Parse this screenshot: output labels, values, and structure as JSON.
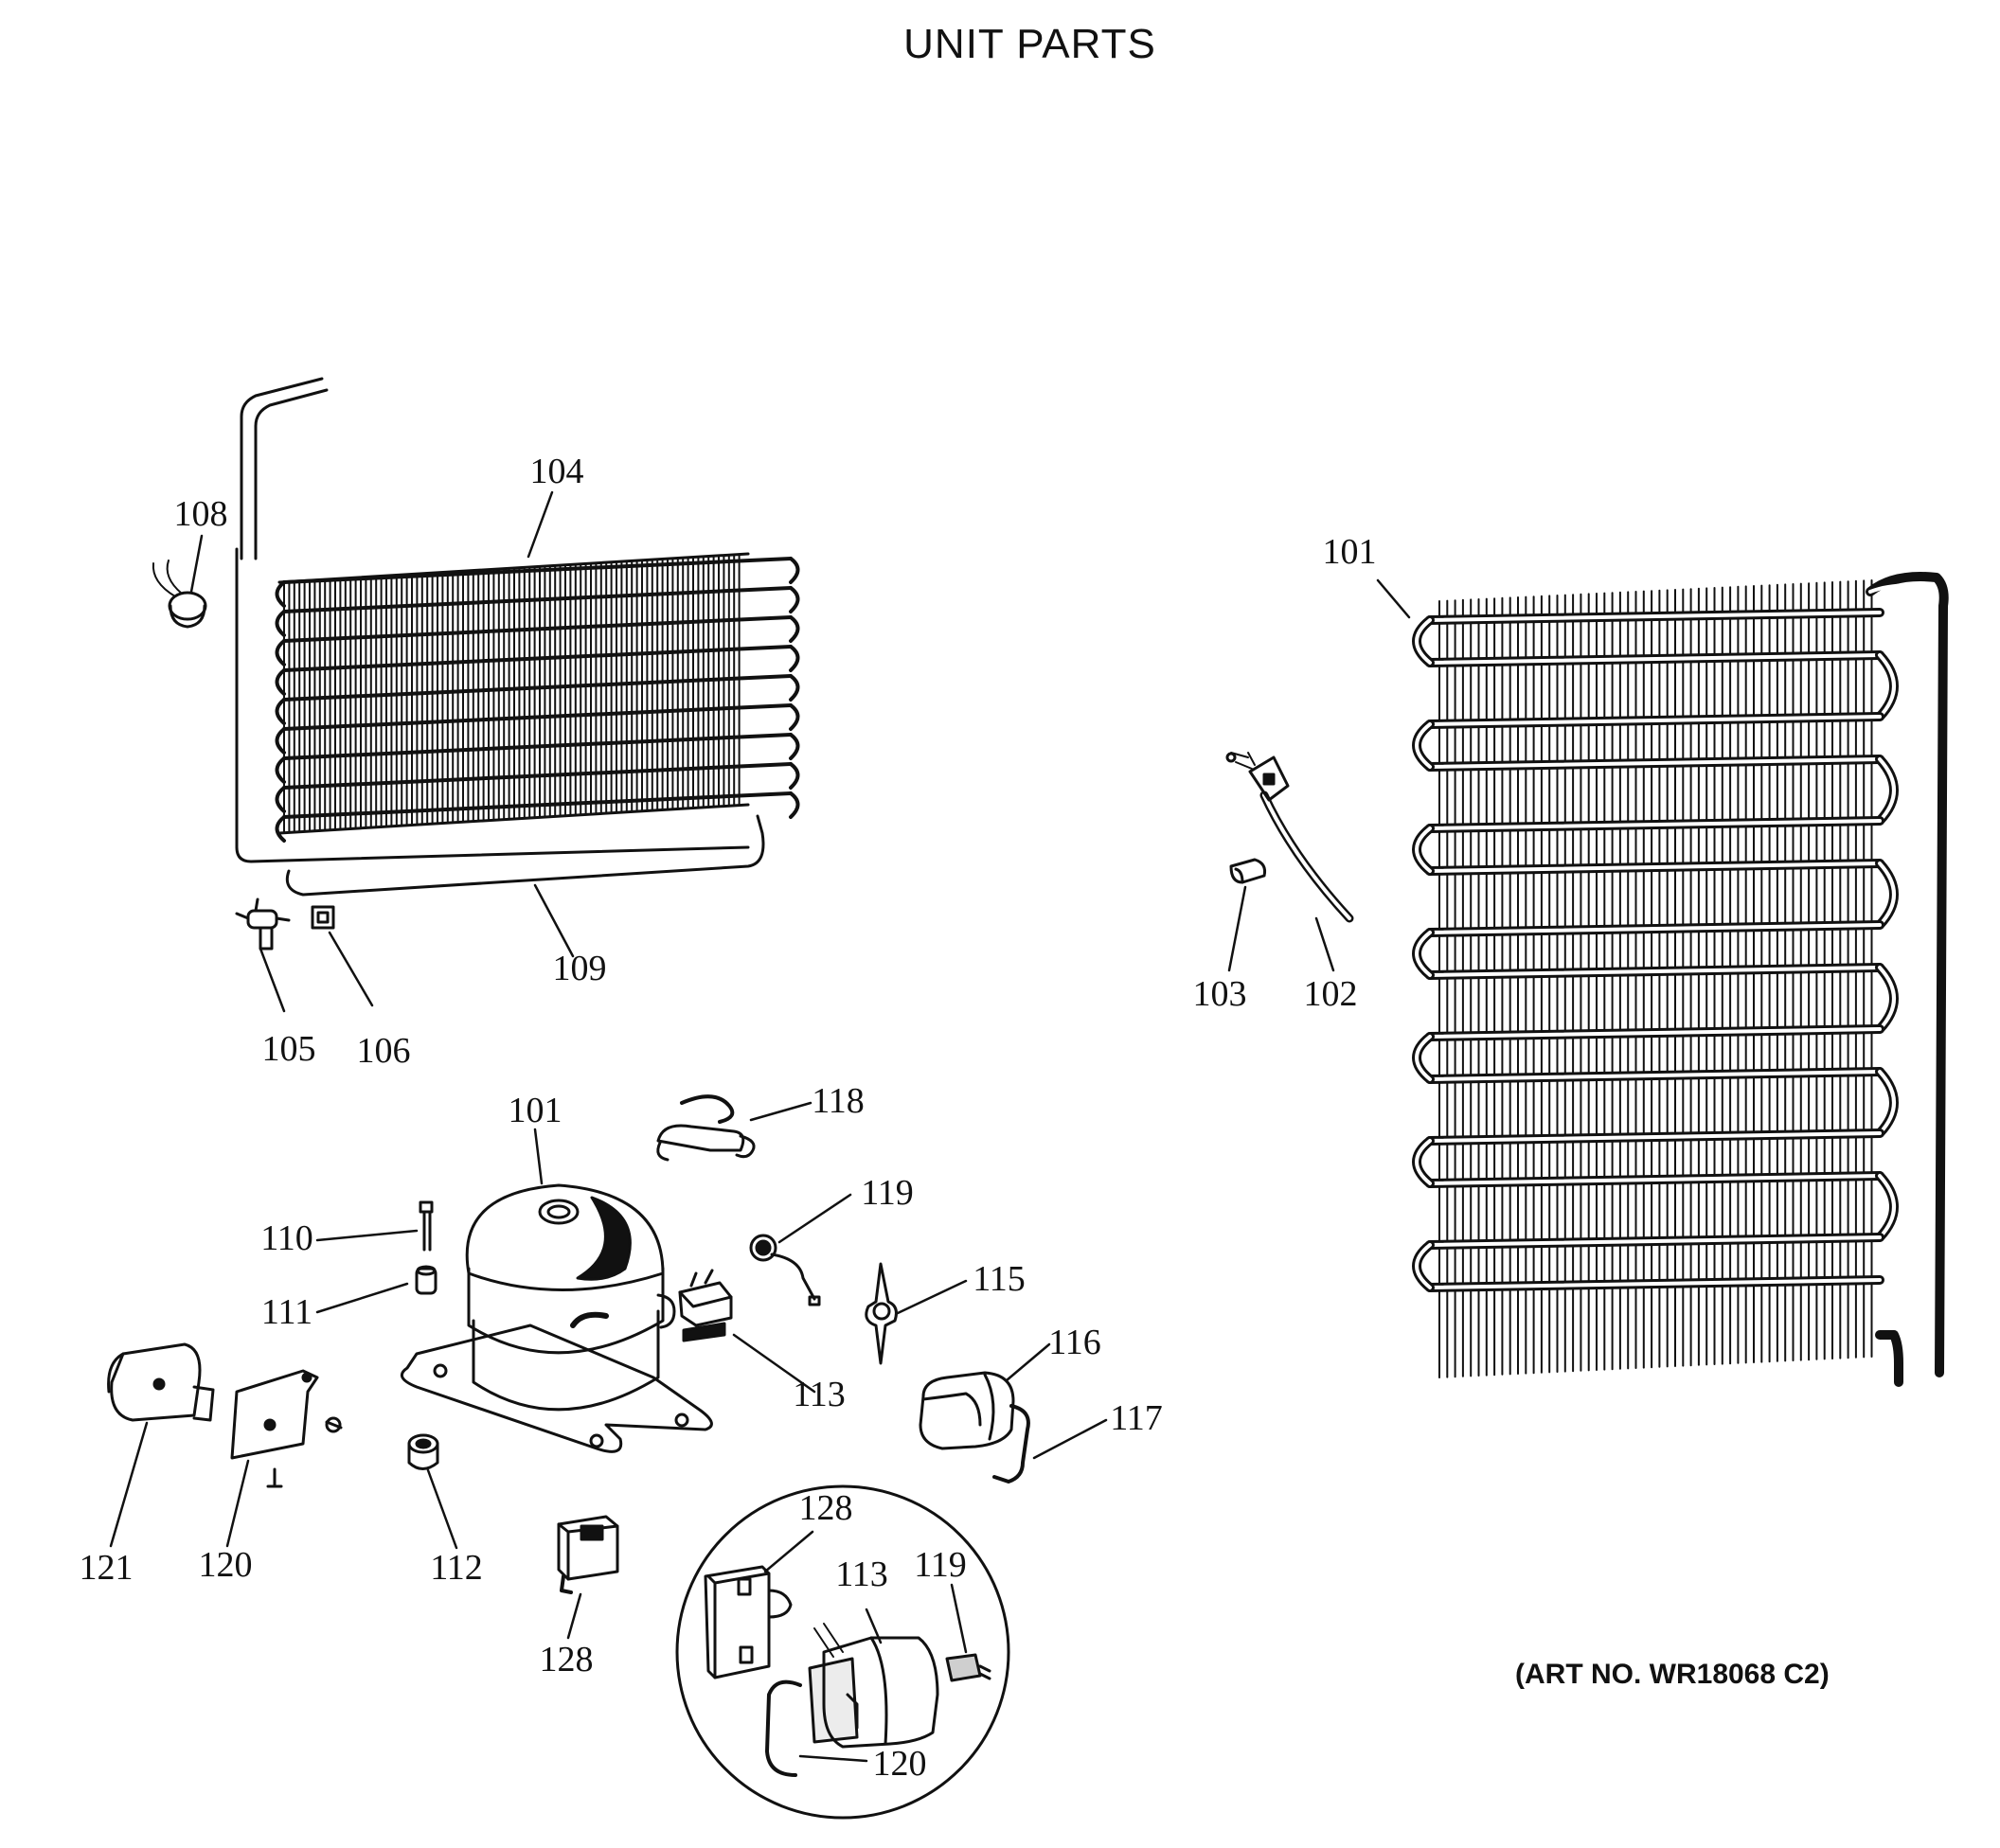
{
  "title": "UNIT PARTS",
  "art_number": "(ART NO. WR18068 C2)",
  "callouts": [
    {
      "id": "c104",
      "text": "104"
    },
    {
      "id": "c108",
      "text": "108"
    },
    {
      "id": "c109",
      "text": "109"
    },
    {
      "id": "c105",
      "text": "105"
    },
    {
      "id": "c106",
      "text": "106"
    },
    {
      "id": "c101a",
      "text": "101"
    },
    {
      "id": "c118",
      "text": "118"
    },
    {
      "id": "c119a",
      "text": "119"
    },
    {
      "id": "c110",
      "text": "110"
    },
    {
      "id": "c111",
      "text": "111"
    },
    {
      "id": "c115",
      "text": "115"
    },
    {
      "id": "c116",
      "text": "116"
    },
    {
      "id": "c113a",
      "text": "113"
    },
    {
      "id": "c117",
      "text": "117"
    },
    {
      "id": "c121",
      "text": "121"
    },
    {
      "id": "c120a",
      "text": "120"
    },
    {
      "id": "c112",
      "text": "112"
    },
    {
      "id": "c128a",
      "text": "128"
    },
    {
      "id": "c128b",
      "text": "128"
    },
    {
      "id": "c113b",
      "text": "113"
    },
    {
      "id": "c119b",
      "text": "119"
    },
    {
      "id": "c120b",
      "text": "120"
    },
    {
      "id": "c101b",
      "text": "101"
    },
    {
      "id": "c103",
      "text": "103"
    },
    {
      "id": "c102",
      "text": "102"
    }
  ]
}
